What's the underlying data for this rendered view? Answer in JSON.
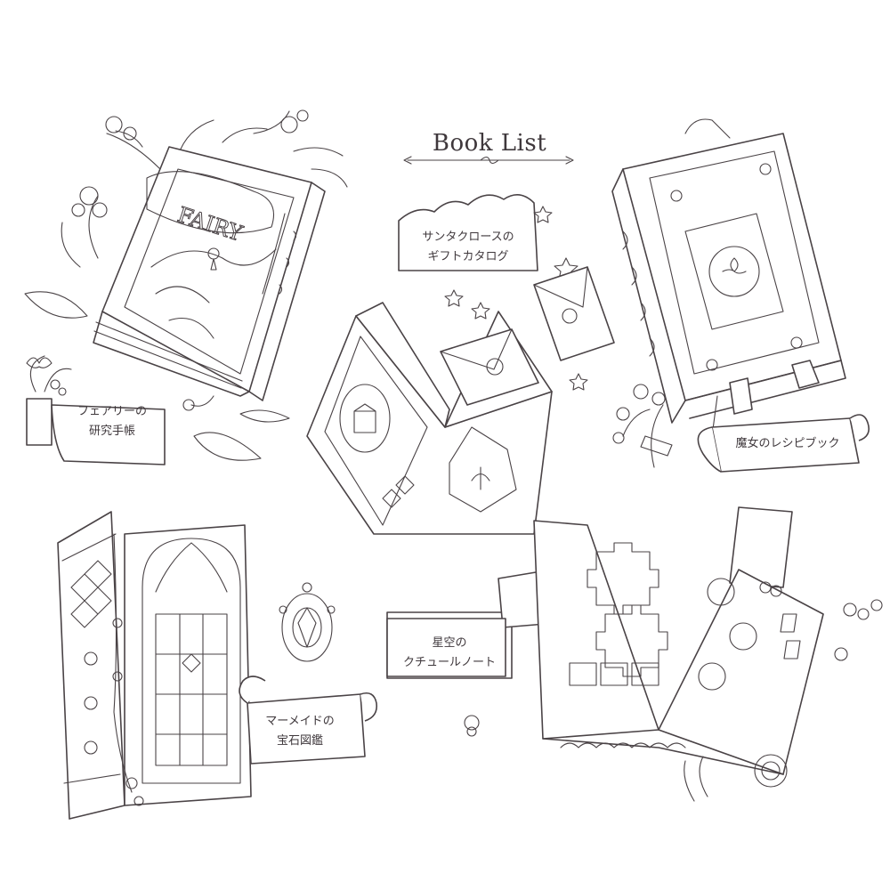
{
  "page": {
    "title": "Book List"
  },
  "books": [
    {
      "id": "fairy",
      "cover_text": "FAIRY",
      "label_lines": [
        "フェアリーの",
        "研究手帳"
      ]
    },
    {
      "id": "santa",
      "label_lines": [
        "サンタクロースの",
        "ギフトカタログ"
      ]
    },
    {
      "id": "witch",
      "label_lines": [
        "魔女のレシピブック"
      ]
    },
    {
      "id": "starry",
      "label_lines": [
        "星空の",
        "クチュールノート"
      ]
    },
    {
      "id": "mermaid",
      "label_lines": [
        "マーメイドの",
        "宝石図鑑"
      ]
    }
  ],
  "colors": {
    "ink": "#4a4346",
    "background": "#ffffff"
  }
}
